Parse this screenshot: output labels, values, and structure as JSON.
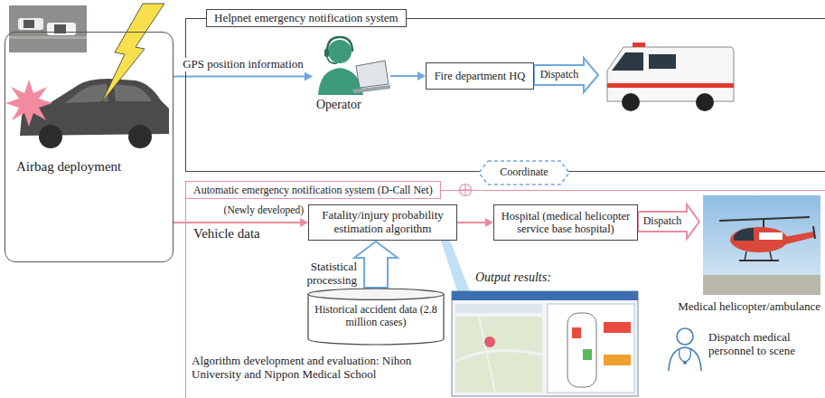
{
  "diagram": {
    "nodes": [
      {
        "text": [
          "Airbag deployment"
        ]
      },
      {
        "text": [
          "Helpnet emergency notification system"
        ]
      },
      {
        "text": [
          "Operator"
        ],
        "in": 1
      },
      {
        "text": [
          "Fire department HQ"
        ],
        "in": 1
      },
      {
        "text": [
          "Coordinate"
        ]
      },
      {
        "text": [
          "Automatic emergency notification system (D-Call Net)"
        ]
      },
      {
        "text": [
          "Fatality/injury probability estimation algorithm"
        ],
        "in": 5
      },
      {
        "text": [
          "Hospital (medical helicopter service base hospital)"
        ],
        "in": 5
      },
      {
        "text": [
          "Historical accident data (2.8 million cases)"
        ],
        "in": 5
      }
    ],
    "edges": [
      {
        "from": 0,
        "to": 2,
        "label": "GPS position information",
        "arrow": "to"
      },
      {
        "from": 2,
        "to": 3,
        "arrow": "to"
      },
      {
        "from": 0,
        "to": 6,
        "label": "Vehicle data",
        "arrow": "to"
      },
      {
        "from": 6,
        "to": 7,
        "arrow": "to"
      },
      {
        "from": 8,
        "to": 6,
        "label": "Statistical processing",
        "arrow": "to"
      }
    ],
    "labels": [
      "Dispatch",
      "Dispatch",
      "(Newly developed)",
      "Output results:",
      "Medical helicopter/ambulance",
      "Dispatch medical personnel to scene",
      "Algorithm development and evaluation: Nihon University and Nippon Medical School"
    ]
  }
}
